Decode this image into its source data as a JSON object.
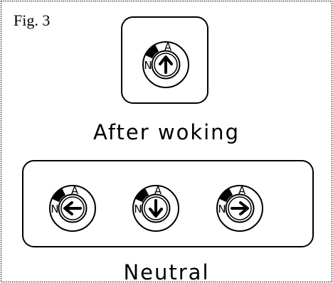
{
  "figure_label": "Fig. 3",
  "top_panel": {
    "caption": "After woking",
    "switch": {
      "direction": "up",
      "labels": {
        "a": "A",
        "n": "N"
      }
    }
  },
  "bottom_panel": {
    "caption": "Neutral",
    "switches": [
      {
        "direction": "left",
        "labels": {
          "a": "A",
          "n": "N"
        }
      },
      {
        "direction": "down",
        "labels": {
          "a": "A",
          "n": "N"
        }
      },
      {
        "direction": "right",
        "labels": {
          "a": "A",
          "n": "N"
        }
      }
    ]
  }
}
